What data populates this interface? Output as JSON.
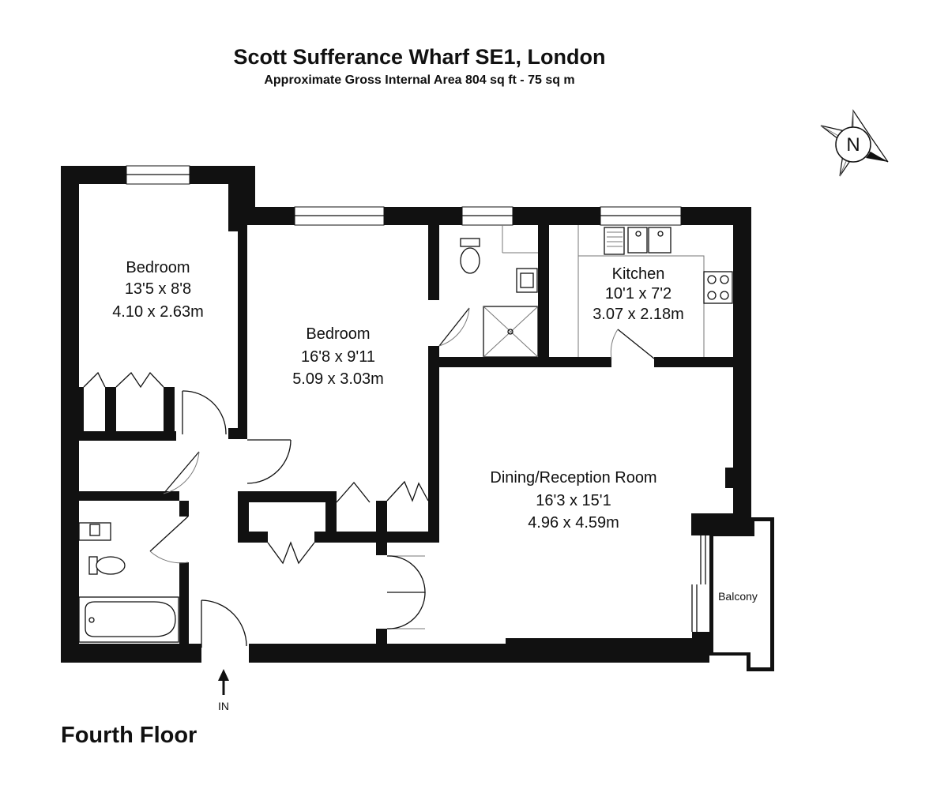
{
  "title": "Scott Sufferance Wharf SE1, London",
  "subtitle": "Approximate Gross Internal Area 804 sq ft - 75 sq m",
  "compass": {
    "label": "N"
  },
  "entrance_label": "IN",
  "floor_label": "Fourth Floor",
  "rooms": [
    {
      "name": "Bedroom",
      "imperial": "13'5 x 8'8",
      "metric": "4.10 x 2.63m"
    },
    {
      "name": "Bedroom",
      "imperial": "16'8 x 9'11",
      "metric": "5.09 x 3.03m"
    },
    {
      "name": "Kitchen",
      "imperial": "10'1 x 7'2",
      "metric": "3.07 x 2.18m"
    },
    {
      "name": "Dining/Reception Room",
      "imperial": "16'3 x 15'1",
      "metric": "4.96 x 4.59m"
    },
    {
      "name": "Balcony"
    }
  ]
}
